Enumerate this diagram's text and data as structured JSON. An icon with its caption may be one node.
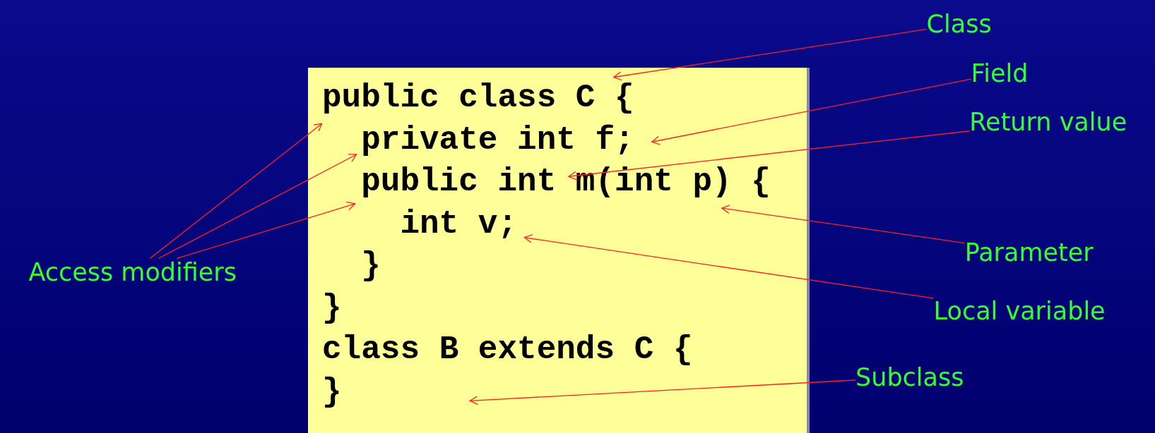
{
  "diagram": {
    "nodes": [
      {
        "text": [
          "public class C {",
          "private int f;",
          "public int m(int p) {",
          "int v;",
          "}",
          "}",
          "class B extends C {",
          "}"
        ]
      },
      {
        "text": [
          "Class"
        ]
      },
      {
        "text": [
          "Field"
        ]
      },
      {
        "text": [
          "Return value"
        ]
      },
      {
        "text": [
          "Parameter"
        ]
      },
      {
        "text": [
          "Local variable"
        ]
      },
      {
        "text": [
          "Subclass"
        ]
      },
      {
        "text": [
          "Access modifiers"
        ]
      }
    ],
    "edges": [
      {
        "from": 1,
        "to": 0,
        "arrow": "to"
      },
      {
        "from": 2,
        "to": 0,
        "arrow": "to"
      },
      {
        "from": 3,
        "to": 0,
        "arrow": "to"
      },
      {
        "from": 4,
        "to": 0,
        "arrow": "to"
      },
      {
        "from": 5,
        "to": 0,
        "arrow": "to"
      },
      {
        "from": 6,
        "to": 0,
        "arrow": "to"
      },
      {
        "from": 7,
        "to": 0,
        "arrow": "to"
      },
      {
        "from": 7,
        "to": 0,
        "arrow": "to"
      },
      {
        "from": 7,
        "to": 0,
        "arrow": "to"
      }
    ]
  }
}
